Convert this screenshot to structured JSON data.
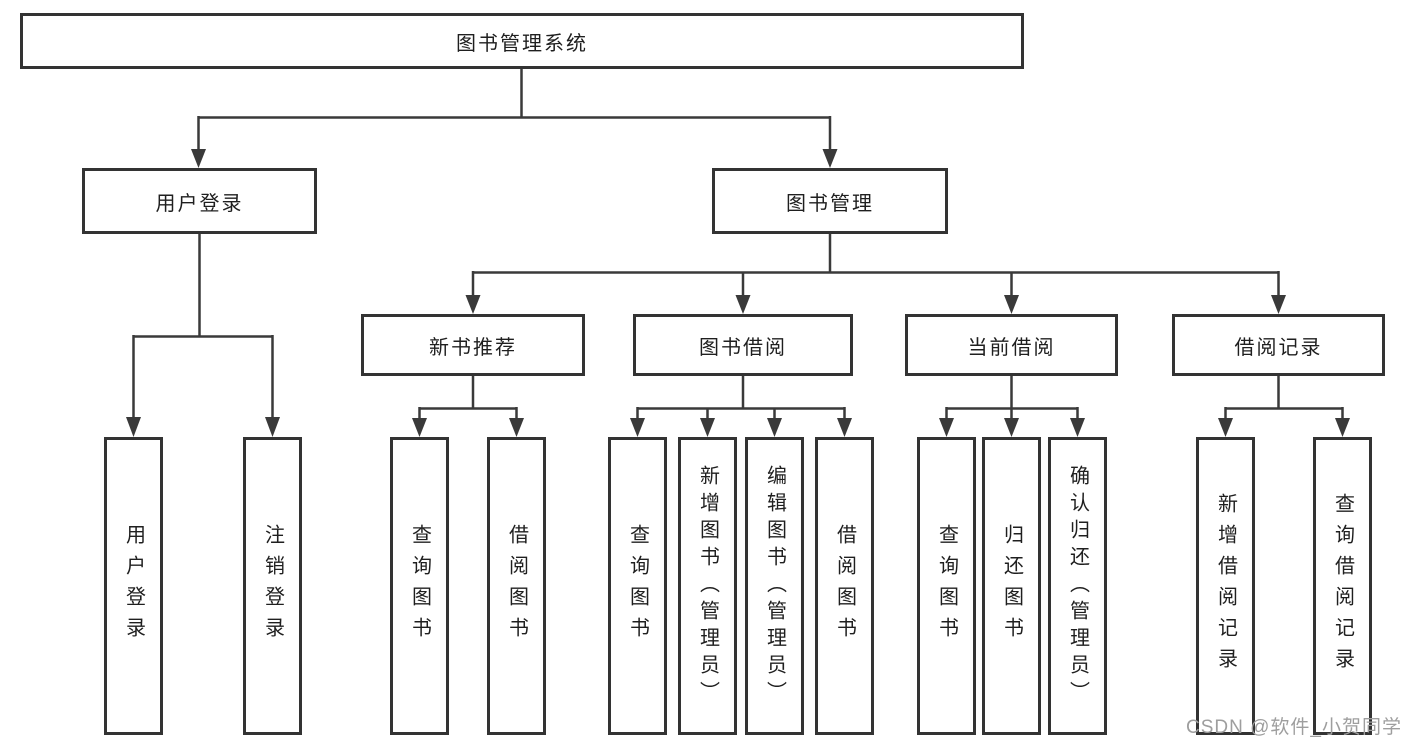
{
  "diagram": {
    "root": {
      "label": "图书管理系统"
    },
    "level2": [
      {
        "label": "用户登录",
        "children": [
          {
            "label": "用户登录"
          },
          {
            "label": "注销登录"
          }
        ]
      },
      {
        "label": "图书管理",
        "children": [
          {
            "label": "新书推荐",
            "children": [
              {
                "label": "查询图书"
              },
              {
                "label": "借阅图书"
              }
            ]
          },
          {
            "label": "图书借阅",
            "children": [
              {
                "label": "查询图书"
              },
              {
                "label": "新增图书（管理员）"
              },
              {
                "label": "编辑图书（管理员）"
              },
              {
                "label": "借阅图书"
              }
            ]
          },
          {
            "label": "当前借阅",
            "children": [
              {
                "label": "查询图书"
              },
              {
                "label": "归还图书"
              },
              {
                "label": "确认归还（管理员）"
              }
            ]
          },
          {
            "label": "借阅记录",
            "children": [
              {
                "label": "新增借阅记录"
              },
              {
                "label": "查询借阅记录"
              }
            ]
          }
        ]
      }
    ]
  },
  "watermark": {
    "text": "CSDN @软件_小贺同学"
  },
  "colors": {
    "line": "#3a3a3a",
    "border": "#333333",
    "text": "#1f1f1f",
    "watermark": "#9e9e9e",
    "background": "#ffffff"
  }
}
